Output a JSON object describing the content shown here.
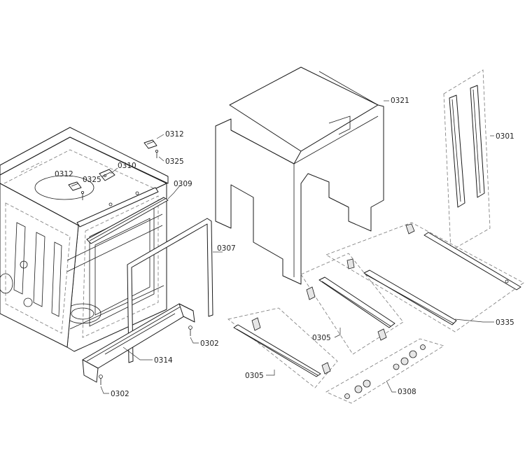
{
  "callouts": {
    "c0312_top": "0312",
    "c0325_top": "0325",
    "c0310": "0310",
    "c0312_left": "0312",
    "c0325_left": "0325",
    "c0309": "0309",
    "c0307": "0307",
    "c0302_right": "0302",
    "c0314": "0314",
    "c0302_bottom": "0302",
    "c0321": "0321",
    "c0301": "0301",
    "c0335": "0335",
    "c0305_mid": "0305",
    "c0305_low": "0305",
    "c0308": "0308"
  }
}
